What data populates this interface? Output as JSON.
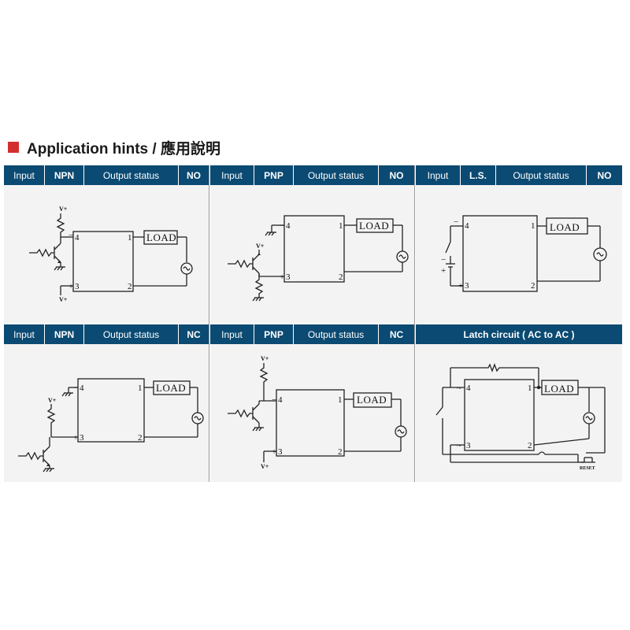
{
  "title": "Application hints / 應用說明",
  "panels": [
    {
      "header": [
        "Input",
        "NPN",
        "Output status",
        "NO"
      ],
      "pins": {
        "p4": "4",
        "p1": "1",
        "p3": "3",
        "p2": "2",
        "minus": "−",
        "plus": "+"
      },
      "load": "LOAD",
      "vplus_top": "V+",
      "vplus_bottom": "V+"
    },
    {
      "header": [
        "Input",
        "PNP",
        "Output status",
        "NO"
      ],
      "pins": {
        "p4": "4",
        "p1": "1",
        "p3": "3",
        "p2": "2",
        "minus": "−",
        "plus": "+"
      },
      "load": "LOAD",
      "vplus_top": "V+"
    },
    {
      "header": [
        "Input",
        "L.S.",
        "Output status",
        "NO"
      ],
      "pins": {
        "p4": "4",
        "p1": "1",
        "p3": "3",
        "p2": "2",
        "minus": "−",
        "plus": "+"
      },
      "load": "LOAD",
      "batt_minus": "−",
      "batt_plus": "+"
    },
    {
      "header": [
        "Input",
        "NPN",
        "Output status",
        "NC"
      ],
      "pins": {
        "p4": "4",
        "p1": "1",
        "p3": "3",
        "p2": "2",
        "minus": "−",
        "plus": "+"
      },
      "load": "LOAD",
      "vplus_top": "V+"
    },
    {
      "header": [
        "Input",
        "PNP",
        "Output status",
        "NC"
      ],
      "pins": {
        "p4": "4",
        "p1": "1",
        "p3": "3",
        "p2": "2",
        "minus": "−",
        "plus": "+"
      },
      "load": "LOAD",
      "vplus_top": "V+",
      "vplus_bottom": "V+"
    },
    {
      "header": [
        "Latch circuit ( AC to AC )"
      ],
      "pins": {
        "p4": "4",
        "p1": "1",
        "p3": "3",
        "p2": "2",
        "tilde4": "~",
        "tilde3": "~"
      },
      "load": "LOAD",
      "reset": "RESET"
    }
  ]
}
